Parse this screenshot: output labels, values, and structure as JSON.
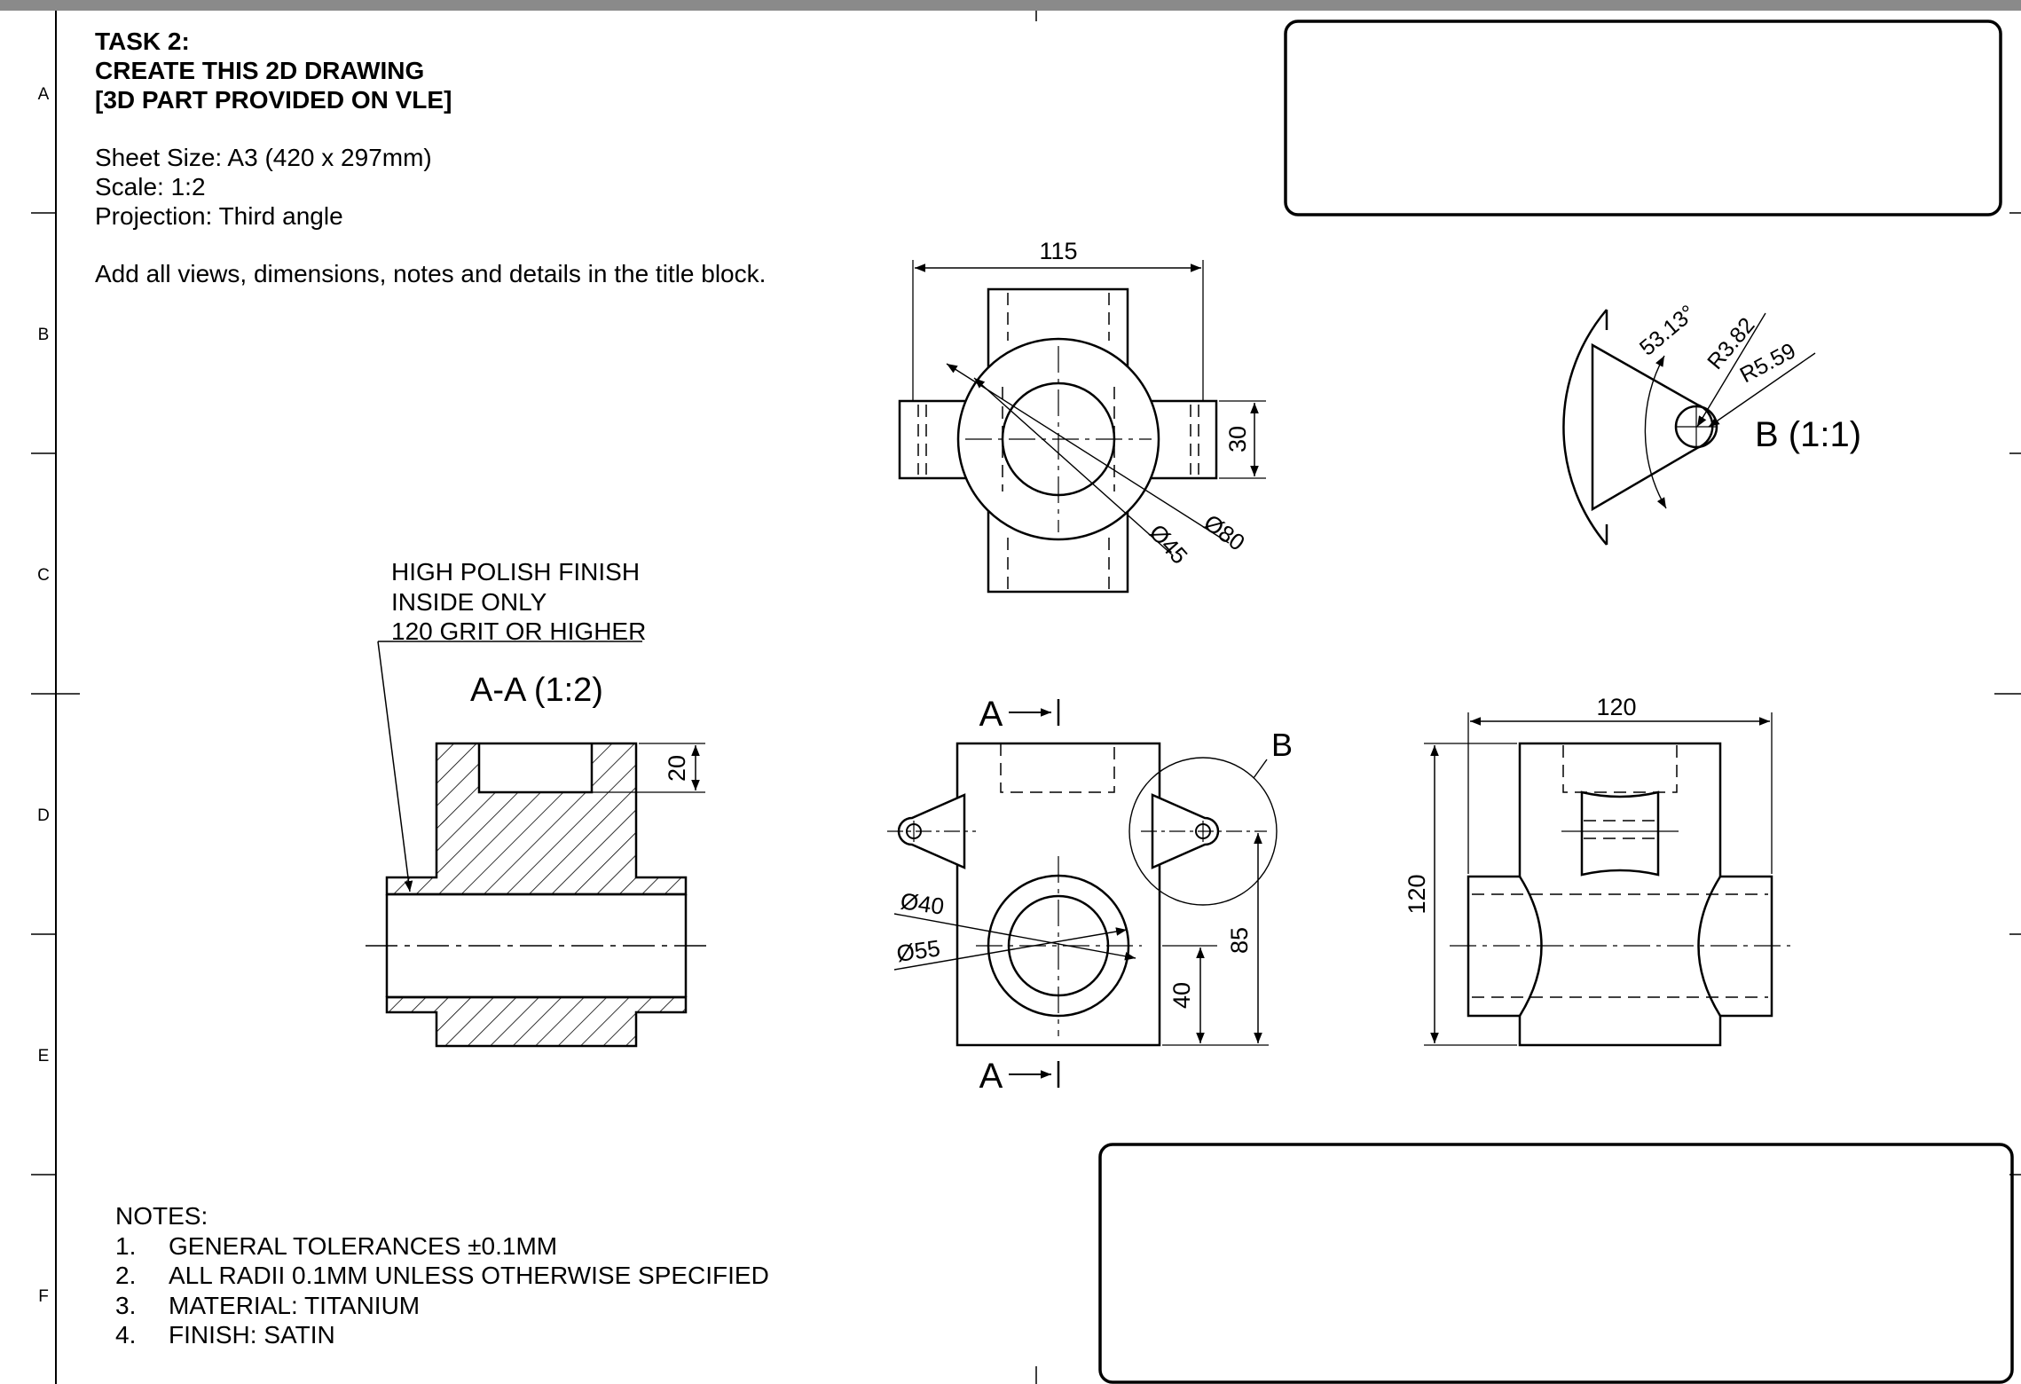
{
  "task": {
    "heading_lines": [
      "TASK 2:",
      "CREATE THIS 2D DRAWING",
      "[3D PART PROVIDED ON VLE]"
    ],
    "info_lines": [
      "Sheet Size: A3 (420 x 297mm)",
      "Scale: 1:2",
      "Projection: Third angle"
    ],
    "instruction": "Add all views, dimensions, notes and details in the title block."
  },
  "zone_labels": [
    "A",
    "B",
    "C",
    "D",
    "E",
    "F"
  ],
  "finish_note": [
    "HIGH POLISH FINISH",
    "INSIDE ONLY",
    "120 GRIT OR HIGHER"
  ],
  "section_view": {
    "title": "A-A (1:2)",
    "dim_depth": "20"
  },
  "top_view": {
    "dim_width": "115",
    "dim_boss": "30",
    "dim_d80": "Ø80",
    "dim_d45": "Ø45"
  },
  "detail_view": {
    "title": "B (1:1)",
    "dim_angle": "53.13°",
    "dim_r1": "R3.82",
    "dim_r2": "R5.59"
  },
  "front_view": {
    "section_mark": "A",
    "detail_mark": "B",
    "dim_d40": "Ø40",
    "dim_d55": "Ø55",
    "dim_40": "40",
    "dim_85": "85"
  },
  "side_view": {
    "dim_width": "120",
    "dim_height": "120"
  },
  "notes": {
    "heading": "NOTES:",
    "items": [
      {
        "num": "1.",
        "text": "GENERAL TOLERANCES ±0.1MM"
      },
      {
        "num": "2.",
        "text": "ALL RADII 0.1MM UNLESS OTHERWISE SPECIFIED"
      },
      {
        "num": "3.",
        "text": "MATERIAL: TITANIUM"
      },
      {
        "num": "4.",
        "text": "FINISH: SATIN"
      }
    ]
  }
}
